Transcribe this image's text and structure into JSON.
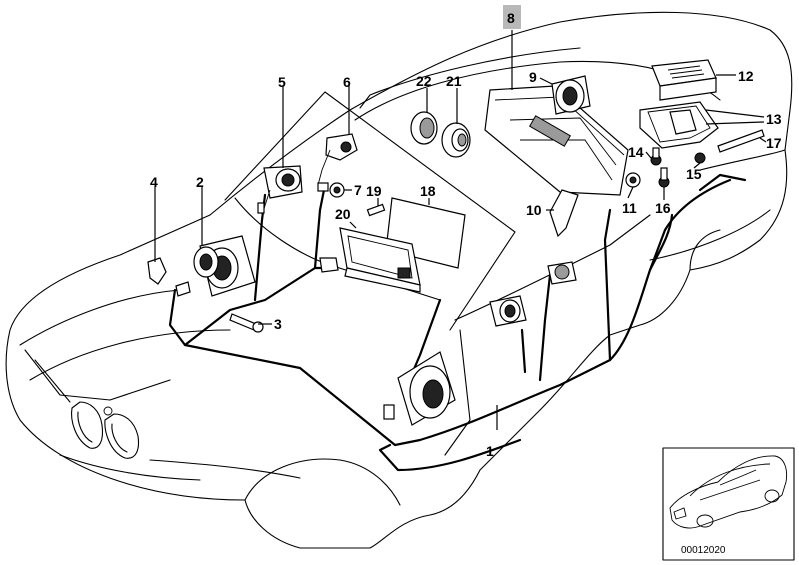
{
  "callouts": {
    "c1": "1",
    "c2": "2",
    "c3": "3",
    "c4": "4",
    "c5": "5",
    "c6": "6",
    "c7": "7",
    "c8": "8",
    "c9": "9",
    "c10": "10",
    "c11": "11",
    "c12": "12",
    "c13": "13",
    "c14": "14",
    "c15": "15",
    "c16": "16",
    "c17": "17",
    "c18": "18",
    "c19": "19",
    "c20": "20",
    "c21": "21",
    "c22": "22"
  },
  "highlighted_callout": "8",
  "document_number": "00012020",
  "colors": {
    "line": "#000000",
    "highlight": "#b8b8b8",
    "background": "#ffffff"
  }
}
